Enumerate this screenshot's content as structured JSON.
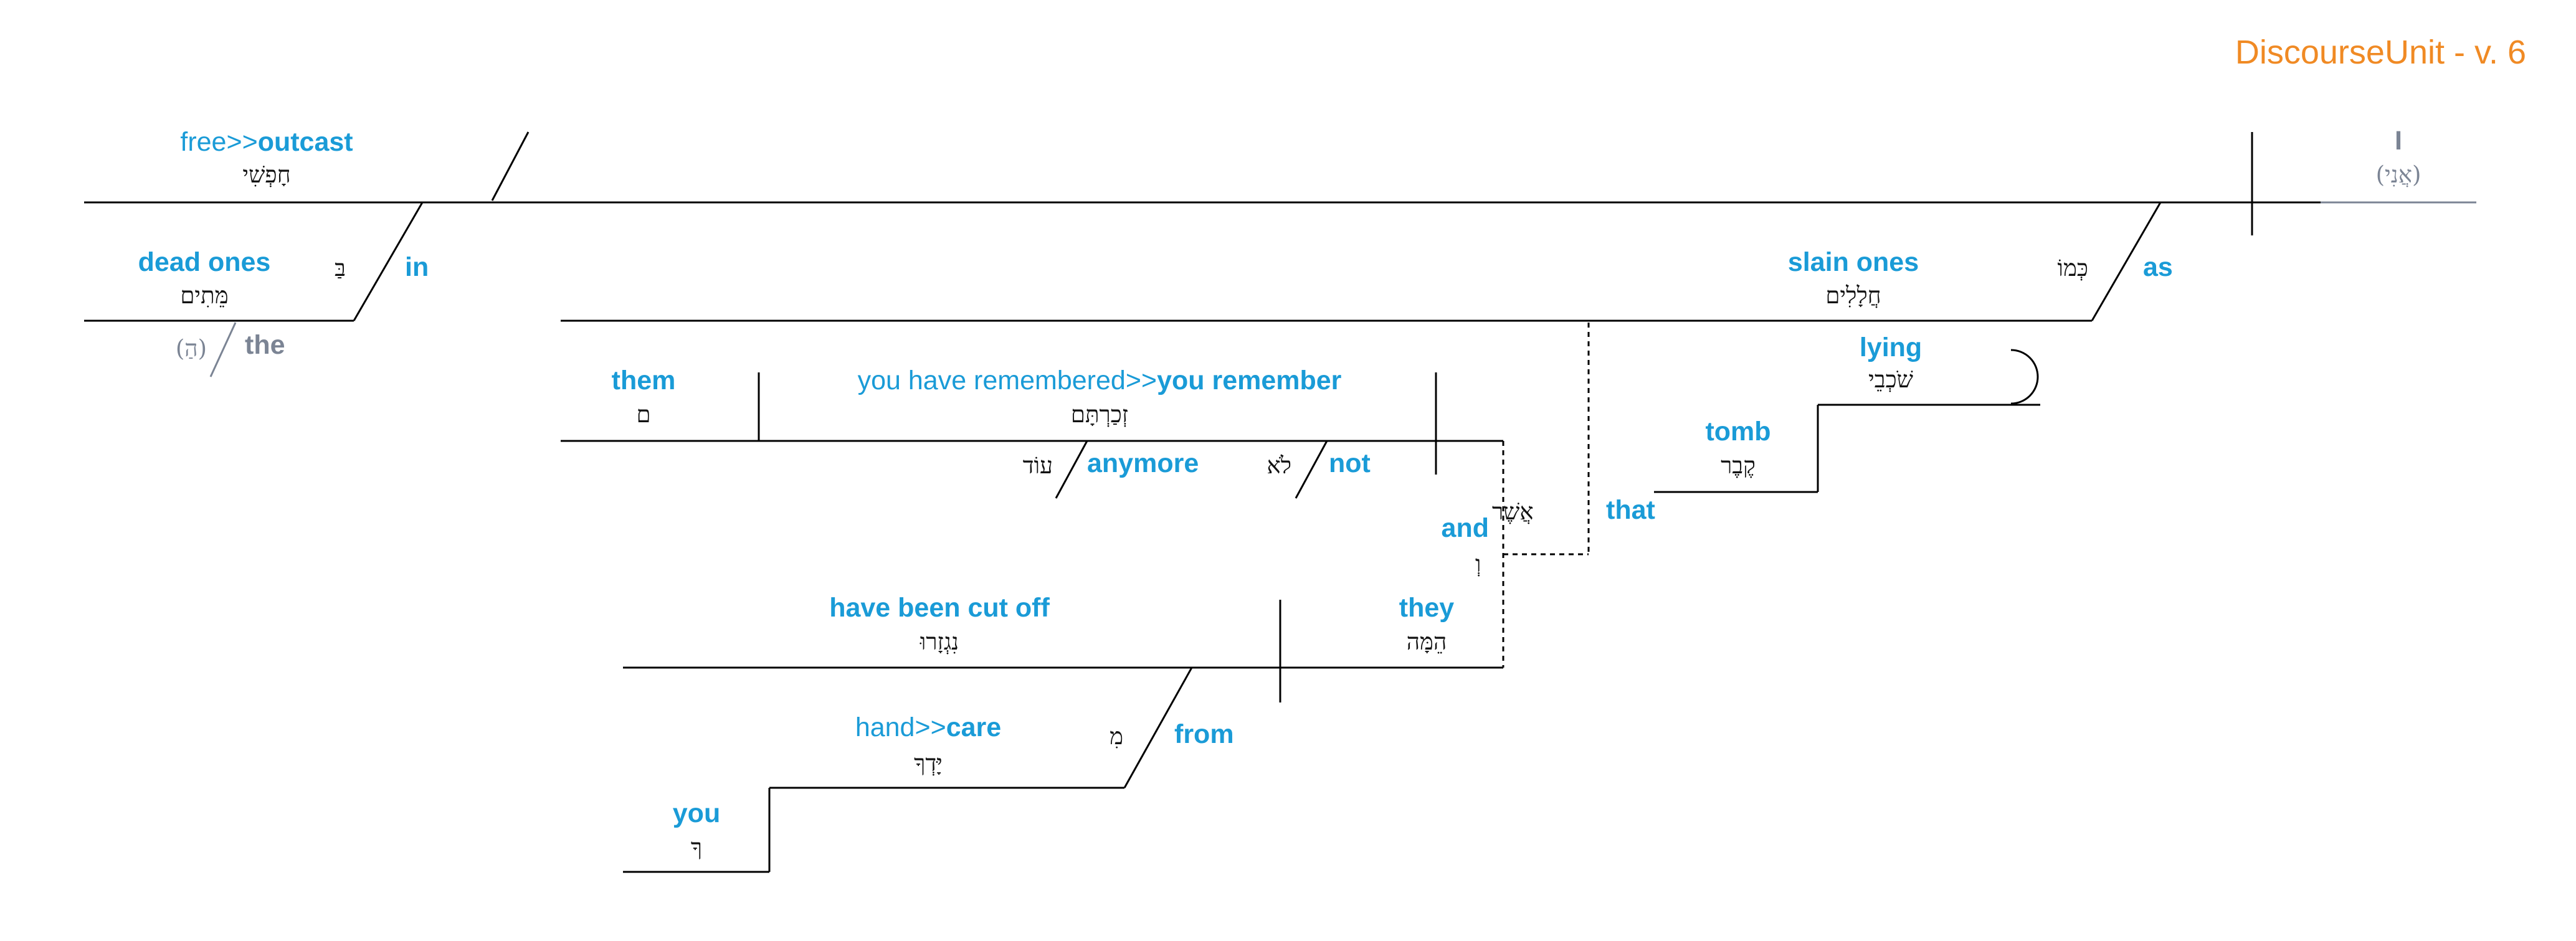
{
  "title": "DiscourseUnit - v. 6",
  "subject": {
    "en": "I",
    "he": "(אֲנִי)"
  },
  "predicate": {
    "en_gloss": "free>>",
    "en_main": "outcast",
    "he": "חָפְשִׁי"
  },
  "in_phrase": {
    "prep_en": "in",
    "prep_he": "בַּ",
    "object_en": "dead ones",
    "object_he": "מֵּתִים",
    "article_en": "the",
    "article_he": "(הַ)"
  },
  "as_phrase": {
    "prep_en": "as",
    "prep_he": "כְּמוֹ",
    "object_en": "slain ones",
    "object_he": "חֲלָלִים"
  },
  "lying": {
    "en": "lying",
    "he": "שֹׁכְבֵי"
  },
  "tomb": {
    "en": "tomb",
    "he": "קֶבֶר"
  },
  "that_label": "that",
  "relative": {
    "he": "אֲשֶׁר"
  },
  "clause1": {
    "object_en": "them",
    "object_he": "ם",
    "verb_en_gloss": "you have remembered>>",
    "verb_en_main": "you remember",
    "verb_he": "זְכַרְתָּם",
    "mod1_en": "anymore",
    "mod1_he": "עוֹד",
    "mod2_en": "not",
    "mod2_he": "לֹא"
  },
  "conj": {
    "en": "and",
    "he": "וְ"
  },
  "clause2": {
    "subject_en": "they",
    "subject_he": "הֵמָּה",
    "verb_en": "have been cut off",
    "verb_he": "נִגְזָרוּ",
    "prep_en": "from",
    "prep_he": "מִ",
    "object_en_gloss": "hand>>",
    "object_en_main": "care",
    "object_he": "יָּדְךָ",
    "possessor_en": "you",
    "possessor_he": "ךָ"
  }
}
